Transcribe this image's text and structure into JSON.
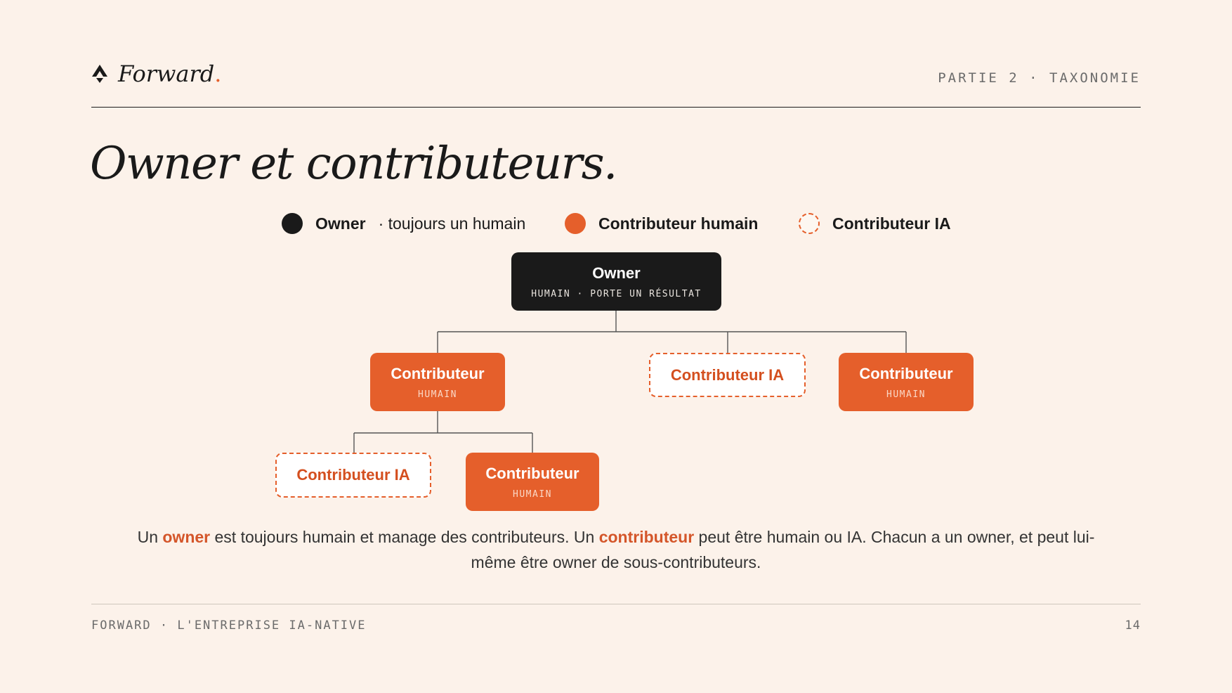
{
  "header": {
    "brand": "Forward",
    "brand_dot": ".",
    "section": "PARTIE 2 · TAXONOMIE"
  },
  "title": "Owner et contributeurs.",
  "legend": {
    "owner_label": "Owner",
    "owner_note": "· toujours un humain",
    "human_label": "Contributeur humain",
    "ai_label": "Contributeur IA"
  },
  "tree": {
    "owner": {
      "name": "Owner",
      "sub": "HUMAIN · PORTE UN RÉSULTAT"
    },
    "level1": [
      {
        "name": "Contributeur",
        "sub": "HUMAIN",
        "kind": "human"
      },
      {
        "name": "Contributeur IA",
        "kind": "ai"
      },
      {
        "name": "Contributeur",
        "sub": "HUMAIN",
        "kind": "human"
      }
    ],
    "level2": [
      {
        "name": "Contributeur IA",
        "kind": "ai"
      },
      {
        "name": "Contributeur",
        "sub": "HUMAIN",
        "kind": "human"
      }
    ]
  },
  "description": {
    "p1": "Un ",
    "h1": "owner",
    "p2": " est toujours humain et manage des contributeurs. Un ",
    "h2": "contributeur",
    "p3": " peut être humain ou IA. Chacun a un owner, et peut lui-même être owner de sous-contributeurs."
  },
  "footer": {
    "left": "FORWARD · L'ENTREPRISE IA-NATIVE",
    "page": "14"
  },
  "colors": {
    "background": "#fcf2ea",
    "accent": "#e55f2b",
    "owner": "#1a1a1a"
  }
}
